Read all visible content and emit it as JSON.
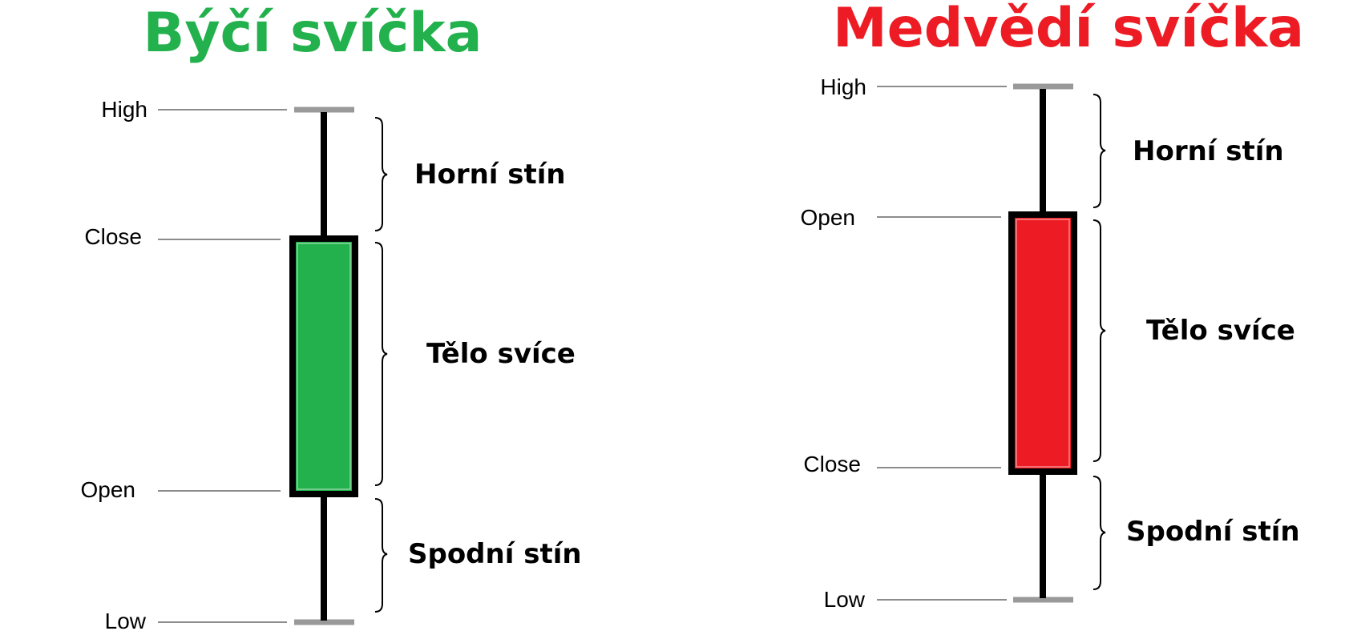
{
  "colors": {
    "bullish": "#22b14c",
    "bearish": "#ed1c24",
    "wick": "#000000",
    "leader": "#8c8c8c",
    "cap": "#999999"
  },
  "bullish": {
    "title": "Býčí svíčka",
    "labels": {
      "high": "High",
      "close": "Close",
      "open": "Open",
      "low": "Low"
    },
    "sections": {
      "upper_shadow": "Horní stín",
      "body": "Tělo svíce",
      "lower_shadow": "Spodní stín"
    }
  },
  "bearish": {
    "title": "Medvědí svíčka",
    "labels": {
      "high": "High",
      "open": "Open",
      "close": "Close",
      "low": "Low"
    },
    "sections": {
      "upper_shadow": "Horní stín",
      "body": "Tělo svíce",
      "lower_shadow": "Spodní stín"
    }
  }
}
